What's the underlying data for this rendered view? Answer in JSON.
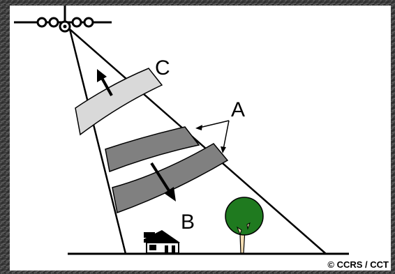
{
  "labels": {
    "a": "A",
    "b": "B",
    "c": "C"
  },
  "credit": "© CCRS / CCT",
  "colors": {
    "panel": "#ffffff",
    "pulse_dark": "#808080",
    "pulse_light": "#d9d9d9",
    "tree_crown": "#1f7a1f",
    "ink": "#000000",
    "texture": "#3a3a3a"
  }
}
